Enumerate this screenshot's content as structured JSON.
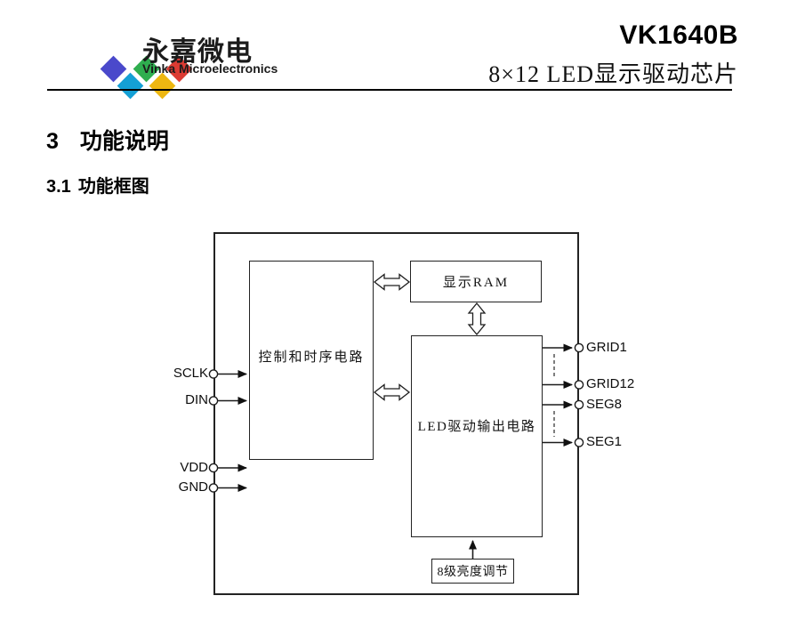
{
  "header": {
    "company_cn": "永嘉微电",
    "company_en": "Vinka Microelectronics",
    "part_number": "VK1640B",
    "subtitle": "8×12  LED显示驱动芯片",
    "logo_colors": {
      "blue": "#4a49cb",
      "green": "#2fae4f",
      "red": "#dc3b33",
      "cyan": "#14a0d5",
      "yellow": "#eeb711"
    }
  },
  "sections": {
    "h1_number": "3",
    "h1_title": "功能说明",
    "h2_number": "3.1",
    "h2_title": "功能框图"
  },
  "diagram": {
    "blocks": {
      "control": "控制和时序电路",
      "ram": "显示RAM",
      "led_driver": "LED驱动输出电路",
      "brightness": "8级亮度调节"
    },
    "left_pins": [
      {
        "label": "SCLK"
      },
      {
        "label": "DIN"
      },
      {
        "label": "VDD"
      },
      {
        "label": "GND"
      }
    ],
    "right_pins": [
      {
        "label": "GRID1"
      },
      {
        "label": "GRID12"
      },
      {
        "label": "SEG8"
      },
      {
        "label": "SEG1"
      }
    ]
  }
}
